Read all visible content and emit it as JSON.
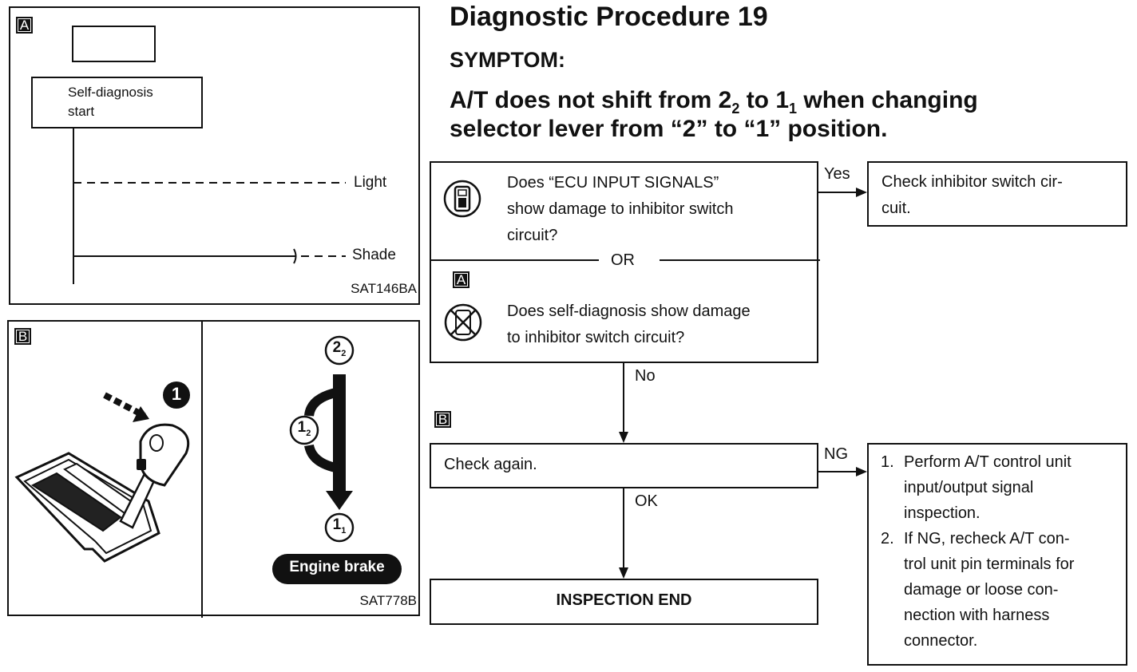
{
  "header": {
    "title": "Diagnostic Procedure 19",
    "symptom_label": "SYMPTOM:",
    "symptom_l1_a": "A/T does not shift from 2",
    "symptom_l1_sub1": "2",
    "symptom_l1_b": " to 1",
    "symptom_l1_sub2": "1",
    "symptom_l1_c": " when changing",
    "symptom_l2": "selector lever from “2” to “1” position."
  },
  "figA": {
    "tag": "A",
    "start_line1": "Self-diagnosis",
    "start_line2": "start",
    "light": "Light",
    "shade": "Shade",
    "code": "SAT146BA"
  },
  "figB": {
    "tag": "B",
    "num": "1",
    "pos_22": "2",
    "pos_22_sub": "2",
    "pos_12": "1",
    "pos_12_sub": "2",
    "pos_11": "1",
    "pos_11_sub": "1",
    "engine_brake": "Engine brake",
    "code": "SAT778B"
  },
  "flow": {
    "q1_lines": [
      "Does “ECU INPUT SIGNALS”",
      "show damage to inhibitor switch",
      "circuit?"
    ],
    "or": "OR",
    "tag_a": "A",
    "q2_lines": [
      "Does self-diagnosis show damage",
      "to inhibitor switch circuit?"
    ],
    "yes": "Yes",
    "yes_lines": [
      "Check inhibitor switch cir-",
      "cuit."
    ],
    "no": "No",
    "tag_b": "B",
    "check_again": "Check again.",
    "ng": "NG",
    "ok": "OK",
    "ng_steps": [
      {
        "num": "1.",
        "lines": [
          "Perform A/T control unit",
          "input/output signal",
          "inspection."
        ]
      },
      {
        "num": "2.",
        "lines": [
          "If NG, recheck A/T con-",
          "trol unit pin terminals for",
          "damage or loose con-",
          "nection with harness",
          "connector."
        ]
      }
    ],
    "end": "INSPECTION END"
  }
}
